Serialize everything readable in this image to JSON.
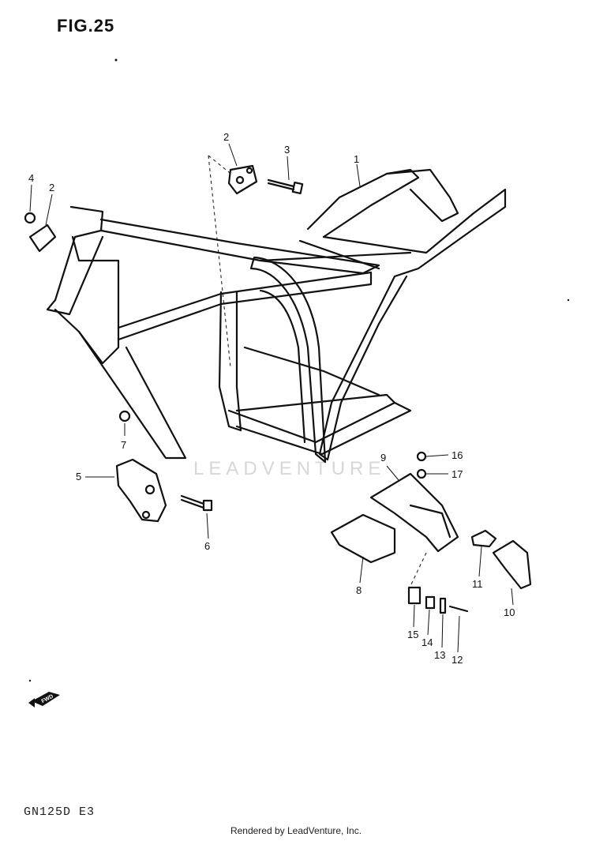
{
  "figure": {
    "title": "FIG.25",
    "model_code": "GN125D E3",
    "footer": "Rendered by LeadVenture, Inc.",
    "watermark": "LEADVENTURE",
    "fwd_label": "FWD"
  },
  "callouts": [
    {
      "id": "c1",
      "label": "1"
    },
    {
      "id": "c2a",
      "label": "2"
    },
    {
      "id": "c2b",
      "label": "2"
    },
    {
      "id": "c3",
      "label": "3"
    },
    {
      "id": "c4",
      "label": "4"
    },
    {
      "id": "c5",
      "label": "5"
    },
    {
      "id": "c6",
      "label": "6"
    },
    {
      "id": "c7",
      "label": "7"
    },
    {
      "id": "c8",
      "label": "8"
    },
    {
      "id": "c9",
      "label": "9"
    },
    {
      "id": "c10",
      "label": "10"
    },
    {
      "id": "c11",
      "label": "11"
    },
    {
      "id": "c12",
      "label": "12"
    },
    {
      "id": "c13",
      "label": "13"
    },
    {
      "id": "c14",
      "label": "14"
    },
    {
      "id": "c15",
      "label": "15"
    },
    {
      "id": "c16",
      "label": "16"
    },
    {
      "id": "c17",
      "label": "17"
    }
  ],
  "colors": {
    "ink": "#111111",
    "watermark": "#d7d7d7"
  }
}
